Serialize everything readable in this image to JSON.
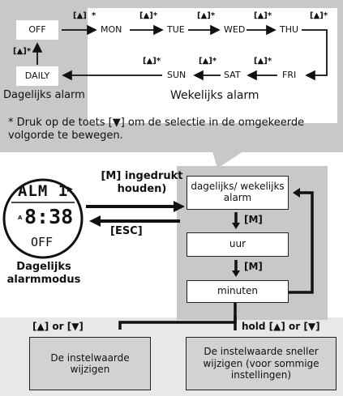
{
  "alarm_cycle": {
    "button_up": "[▲]",
    "button_up_star": "[▲]*",
    "star": "*",
    "off_label": "OFF",
    "days": [
      "MON",
      "TUE",
      "WED",
      "THU",
      "FRI",
      "SAT",
      "SUN"
    ],
    "daily_label": "DAILY",
    "daily_alarm_caption": "Dagelijks alarm",
    "weekly_alarm_caption": "Wekelijks alarm"
  },
  "note": {
    "text": "* Druk op de toets [▼] om de selectie in de omgekeerde volgorde te bewegen."
  },
  "watch": {
    "line1": "ALM 1",
    "small_label": "A",
    "time": "8:38",
    "status": "OFF",
    "mode_caption": "Dagelijks alarmmodus"
  },
  "flow": {
    "hold_m_label": "[M] ingedrukt houden)",
    "esc_label": "[ESC]",
    "step1": "dagelijks/ wekelijks alarm",
    "m_label_1": "[M]",
    "step2": "uur",
    "m_label_2": "[M]",
    "step3": "minuten"
  },
  "actions": {
    "press_label": "[▲] or [▼]",
    "hold_label": "hold [▲] or [▼]",
    "change_value": "De instelwaarde wijzigen",
    "change_value_fast": "De instelwaarde sneller wijzigen (voor sommige instellingen)"
  }
}
